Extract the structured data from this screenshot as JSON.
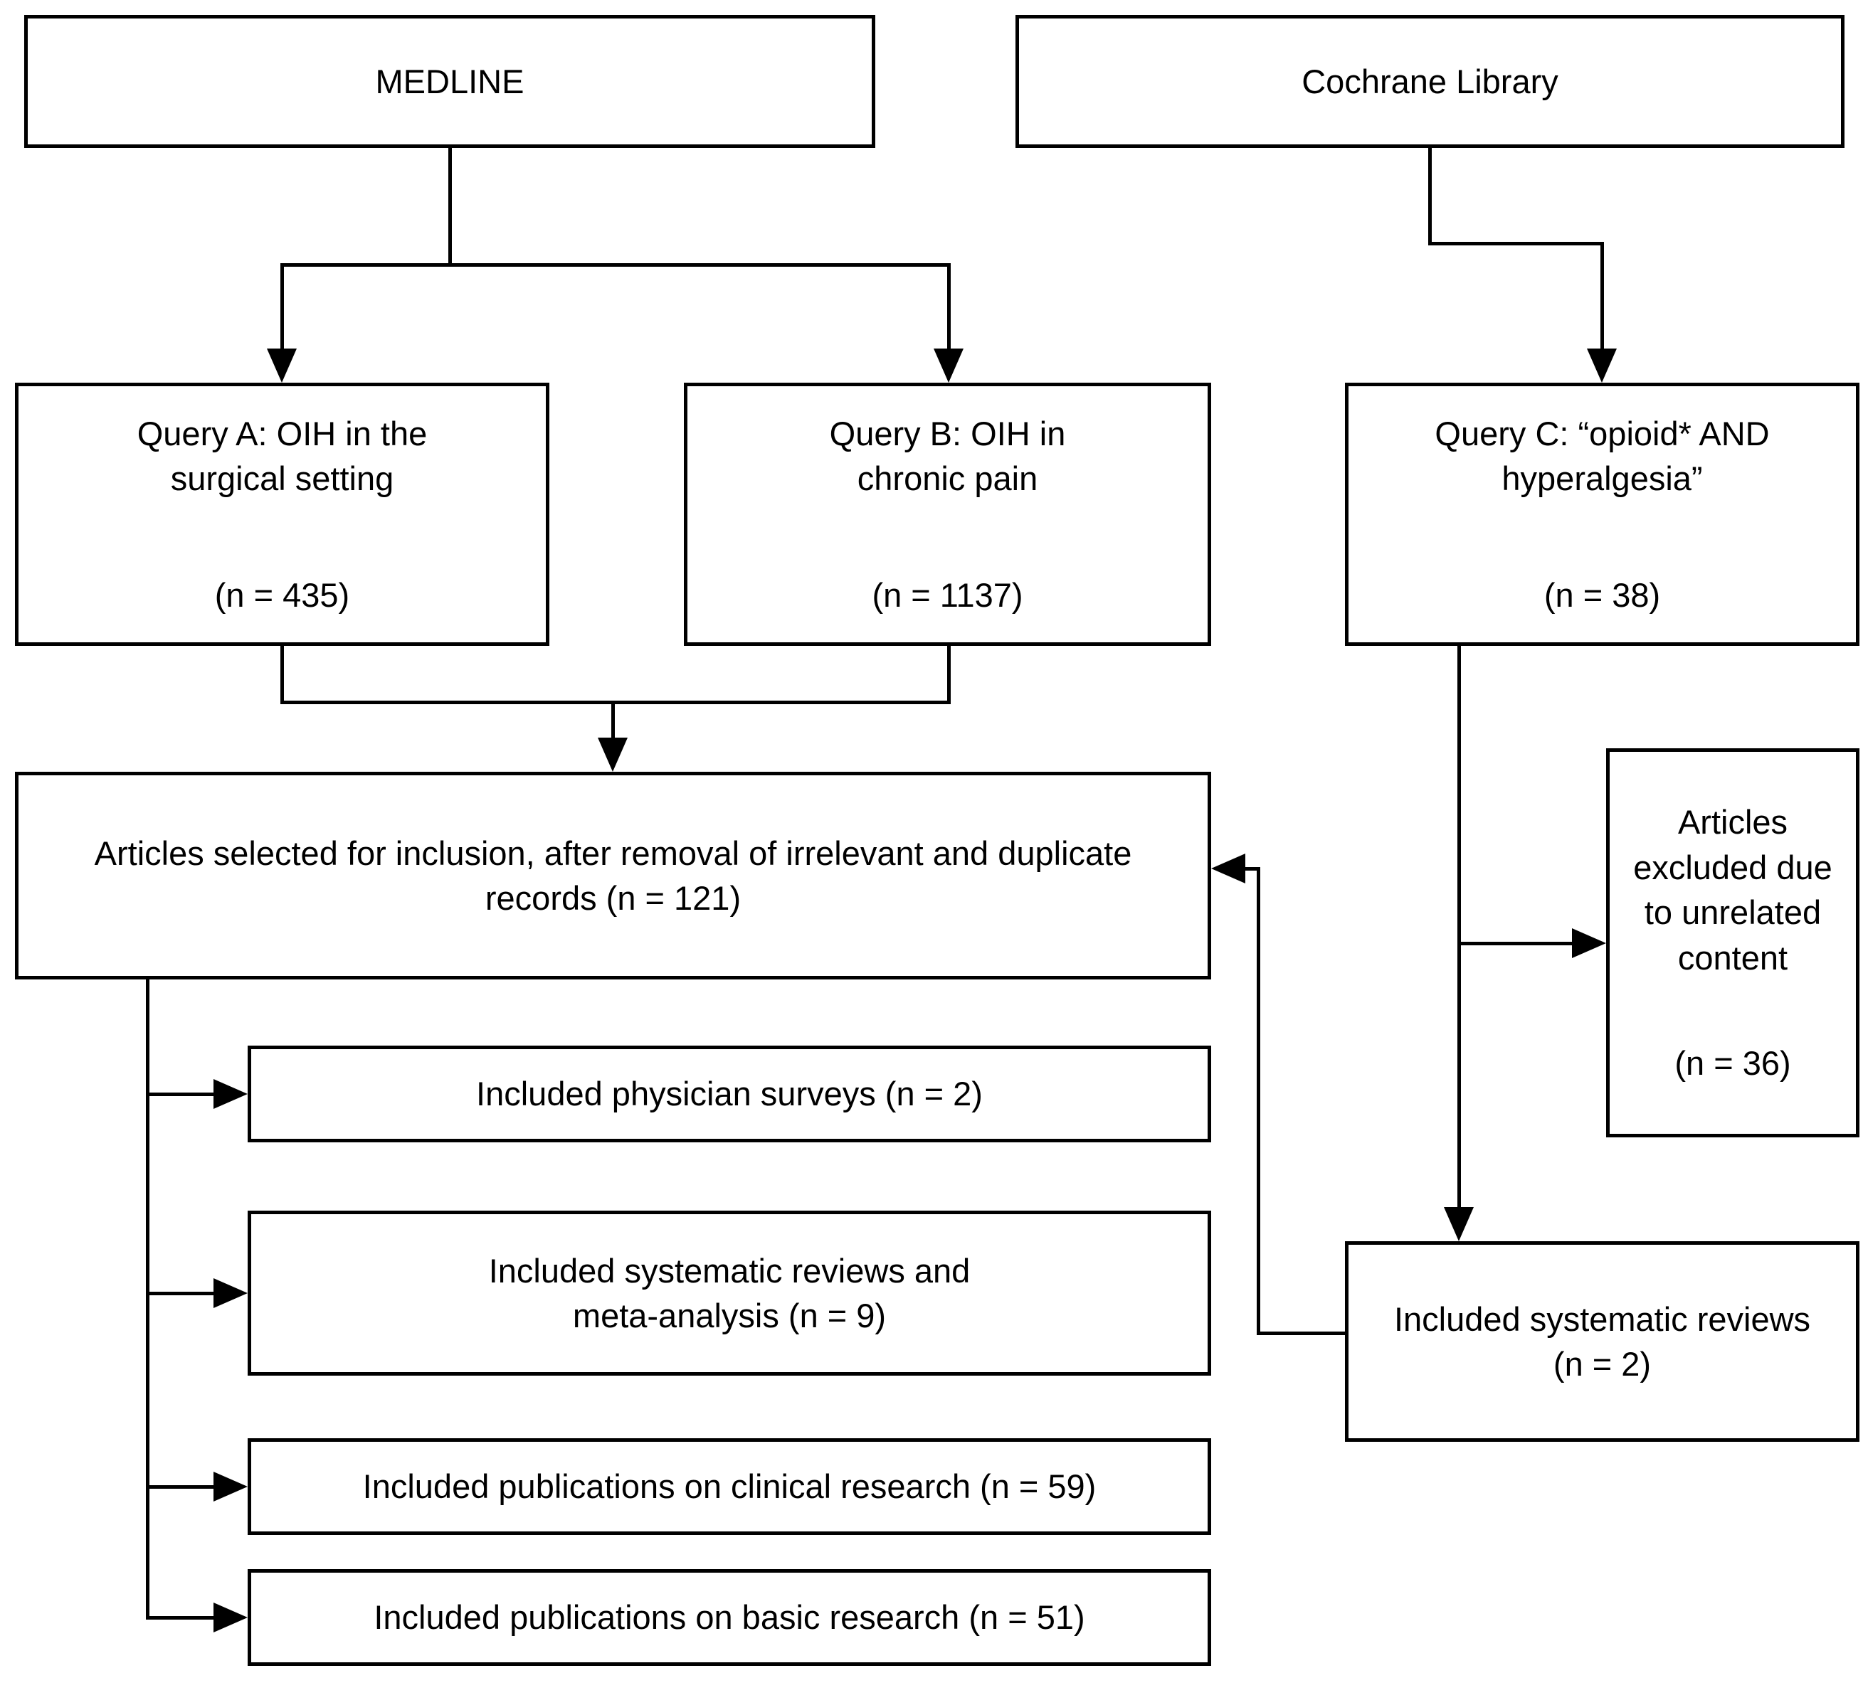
{
  "colors": {
    "background": "#ffffff",
    "line": "#000000",
    "text": "#000000"
  },
  "sources": {
    "medline": {
      "label": "MEDLINE"
    },
    "cochrane": {
      "label": "Cochrane Library"
    }
  },
  "queries": {
    "a": {
      "title": "Query A: OIH in the surgical setting",
      "count": "(n = 435)"
    },
    "b": {
      "title": "Query B: OIH in chronic pain",
      "count": "(n = 1137)"
    },
    "c": {
      "title": "Query C: “opioid* AND hyperalgesia”",
      "count": "(n = 38)"
    }
  },
  "selection": {
    "label": "Articles selected for inclusion, after removal of irrelevant and duplicate records (n = 121)"
  },
  "exclusion": {
    "title": "Articles excluded due to unrelated content",
    "count": "(n = 36)"
  },
  "cochrane_included": {
    "title": "Included systematic reviews",
    "count": "(n = 2)"
  },
  "included": [
    {
      "label": "Included physician surveys (n = 2)"
    },
    {
      "label": "Included systematic reviews and meta-analysis (n = 9)"
    },
    {
      "label": "Included publications on clinical research (n = 59)"
    },
    {
      "label": "Included publications on basic research (n = 51)"
    }
  ]
}
